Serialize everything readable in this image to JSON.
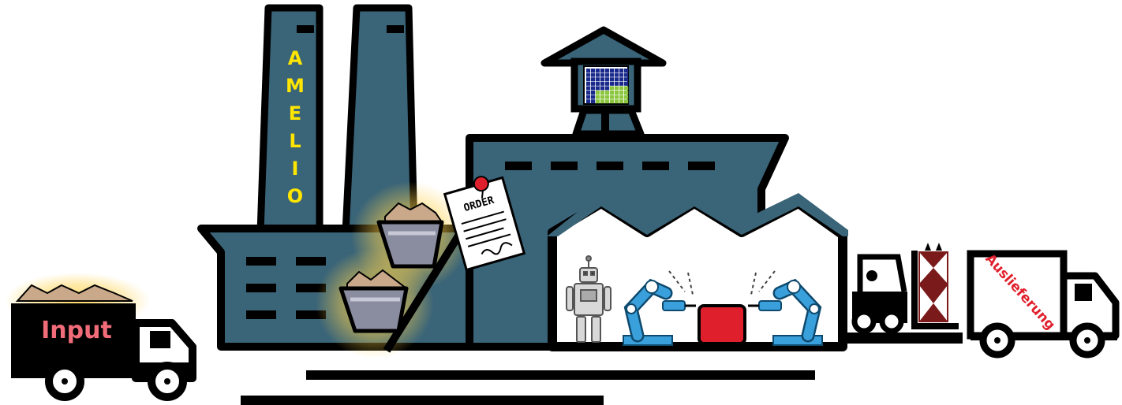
{
  "chimney_letters": [
    "A",
    "M",
    "E",
    "L",
    "I",
    "O"
  ],
  "truck_input_label": "Input",
  "order_label": "ORDER",
  "delivery_label": "Auslieferung",
  "colors": {
    "factory": "#3a6478",
    "outline": "#000000",
    "chimney_text": "#ffe600",
    "input_text": "#f06c78",
    "delivery_text": "#e0202c",
    "product": "#e01f2c",
    "robot_arm": "#3aa0dc",
    "glow": "#ffd24a",
    "bucket": "#8a8ca0",
    "rock": "#c9a98a"
  },
  "icons": {
    "logo": "grid-logo-icon",
    "robot": "robot-icon",
    "arm": "robot-arm-icon",
    "forklift": "forklift-icon",
    "order": "order-document-icon"
  }
}
